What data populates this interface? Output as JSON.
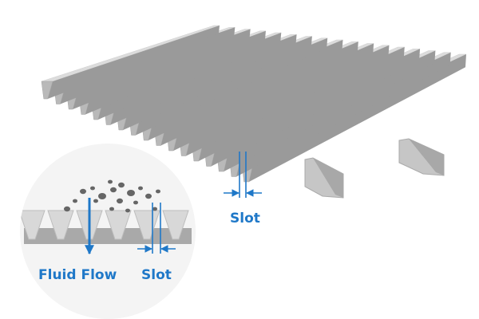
{
  "colors": {
    "accent": "#1f78c8",
    "bar_top": "#dcdcdc",
    "bar_face": "#b9b9b9",
    "bar_shade": "#9a9a9a",
    "support": "#c4c4c4",
    "inset_circle": "#f2f2f2",
    "particles": "#666666"
  },
  "labels": {
    "slot_main": "Slot",
    "fluid_flow": "Fluid Flow",
    "slot_inset": "Slot"
  },
  "icons": {
    "flow_arrow": "arrow-down-icon",
    "slot_marker": "double-arrow-icon"
  }
}
